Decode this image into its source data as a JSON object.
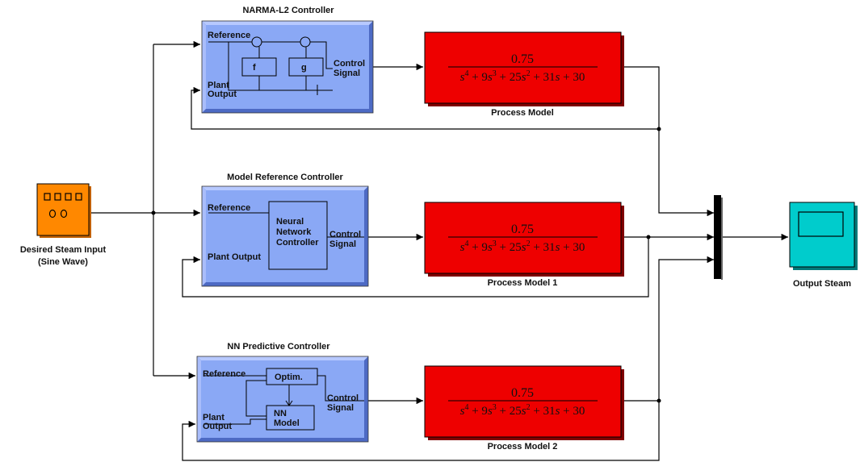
{
  "source": {
    "label_line1": "Desired Steam Input",
    "label_line2": "(Sine Wave)",
    "icon": "sine-wave-source-icon",
    "color": "#ff8800"
  },
  "controllers": [
    {
      "title": "NARMA-L2 Controller",
      "in1": "Reference",
      "in2_line1": "Plant",
      "in2_line2": "Output",
      "out_line1": "Control",
      "out_line2": "Signal",
      "inner1": "f",
      "inner2": "g"
    },
    {
      "title": "Model Reference Controller",
      "in1": "Reference",
      "in2": "Plant Output",
      "out_line1": "Control",
      "out_line2": "Signal",
      "inner_line1": "Neural",
      "inner_line2": "Network",
      "inner_line3": "Controller"
    },
    {
      "title": "NN Predictive Controller",
      "in1": "Reference",
      "in2_line1": "Plant",
      "in2_line2": "Output",
      "out_line1": "Control",
      "out_line2": "Signal",
      "inner1": "Optim.",
      "inner2_line1": "NN",
      "inner2_line2": "Model"
    }
  ],
  "process": {
    "numerator": "0.75",
    "labels": [
      "Process Model",
      "Process Model 1",
      "Process Model 2"
    ],
    "color": "#ee0000"
  },
  "scope": {
    "label": "Output Steam",
    "icon": "scope-screen-icon",
    "color": "#00cccc"
  },
  "colors": {
    "controller_fill": "#7b9cf0",
    "controller_face": "#8aa8f5",
    "wire": "#000000"
  }
}
